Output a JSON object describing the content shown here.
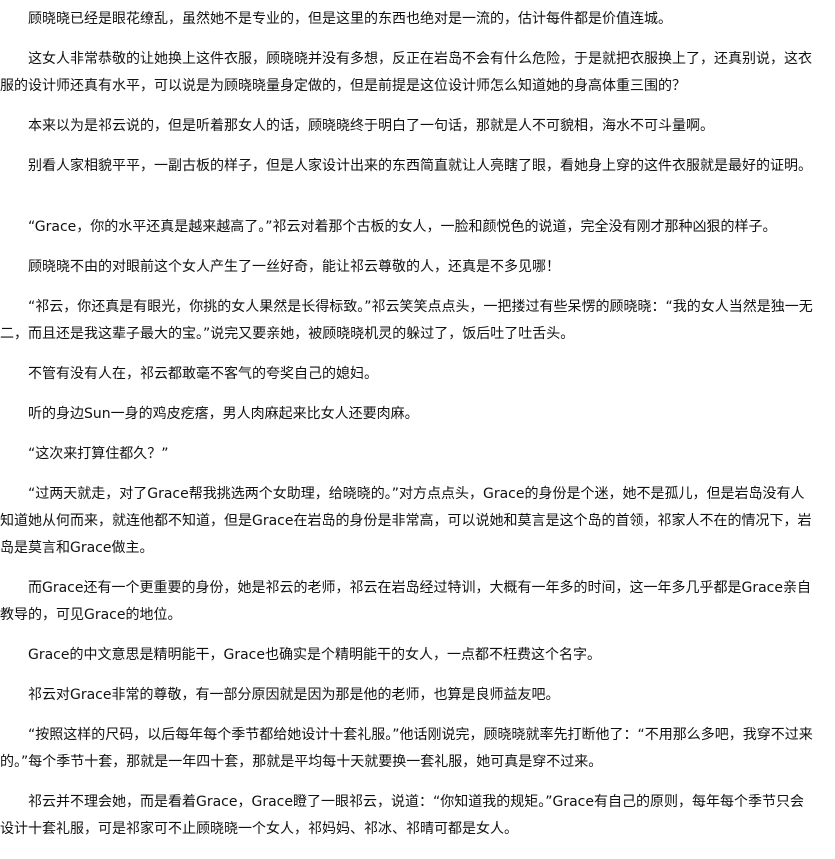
{
  "paragraphs": [
    "顾晓晓已经是眼花缭乱，虽然她不是专业的，但是这里的东西也绝对是一流的，估计每件都是价值连城。",
    "这女人非常恭敬的让她换上这件衣服，顾晓晓并没有多想，反正在岩岛不会有什么危险，于是就把衣服换上了，还真别说，这衣服的设计师还真有水平，可以说是为顾晓晓量身定做的，但是前提是这位设计师怎么知道她的身高体重三围的？",
    "本来以为是祁云说的，但是听着那女人的话，顾晓晓终于明白了一句话，那就是人不可貌相，海水不可斗量啊。",
    "别看人家相貌平平，一副古板的样子，但是人家设计出来的东西简直就让人亮瞎了眼，看她身上穿的这件衣服就是最好的证明。",
    "",
    "“Grace，你的水平还真是越来越高了。”祁云对着那个古板的女人，一脸和颜悦色的说道，完全没有刚才那种凶狠的样子。",
    "顾晓晓不由的对眼前这个女人产生了一丝好奇，能让祁云尊敬的人，还真是不多见哪！",
    "“祁云，你还真是有眼光，你挑的女人果然是长得标致。”祁云笑笑点点头，一把搂过有些呆愣的顾晓晓：“我的女人当然是独一无二，而且还是我这辈子最大的宝。”说完又要亲她，被顾晓晓机灵的躲过了，饭后吐了吐舌头。",
    "不管有没有人在，祁云都敢毫不客气的夸奖自己的媳妇。",
    "听的身边Sun一身的鸡皮疙瘩，男人肉麻起来比女人还要肉麻。",
    "“这次来打算住都久？”",
    "“过两天就走，对了Grace帮我挑选两个女助理，给晓晓的。”对方点点头，Grace的身份是个迷，她不是孤儿，但是岩岛没有人知道她从何而来，就连他都不知道，但是Grace在岩岛的身份是非常高，可以说她和莫言是这个岛的首领，祁家人不在的情况下，岩岛是莫言和Grace做主。",
    "而Grace还有一个更重要的身份，她是祁云的老师，祁云在岩岛经过特训，大概有一年多的时间，这一年多几乎都是Grace亲自教导的，可见Grace的地位。",
    "Grace的中文意思是精明能干，Grace也确实是个精明能干的女人，一点都不枉费这个名字。",
    "祁云对Grace非常的尊敬，有一部分原因就是因为那是他的老师，也算是良师益友吧。",
    "“按照这样的尺码，以后每年每个季节都给她设计十套礼服。”他话刚说完，顾晓晓就率先打断他了：“不用那么多吧，我穿不过来的。”每个季节十套，那就是一年四十套，那就是平均每十天就要换一套礼服，她可真是穿不过来。",
    "祁云并不理会她，而是看着Grace，Grace瞪了一眼祁云，说道：“你知道我的规矩。”Grace有自己的原则，每年每个季节只会设计十套礼服，可是祁家可不止顾晓晓一个女人，祁妈妈、祁冰、祁晴可都是女人。"
  ]
}
